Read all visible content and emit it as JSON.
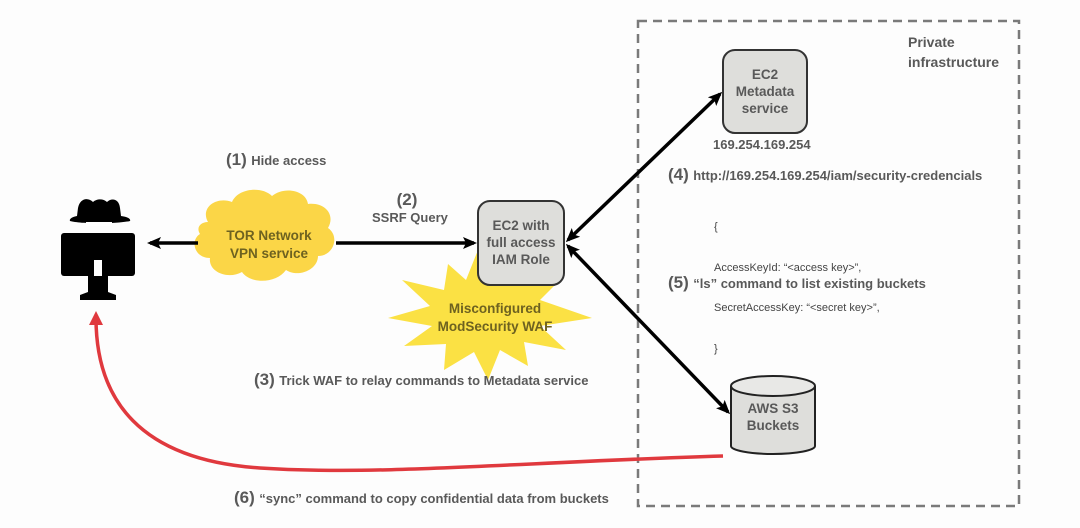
{
  "private_infrastructure": {
    "label_line1": "Private",
    "label_line2": "infrastructure"
  },
  "nodes": {
    "attacker": {
      "icon": "hacker-at-computer-icon"
    },
    "tor": {
      "line1": "TOR Network",
      "line2": "VPN service"
    },
    "ec2_iam": {
      "line1": "EC2 with",
      "line2": "full access",
      "line3": "IAM Role"
    },
    "waf": {
      "line1": "Misconfigured",
      "line2": "ModSecurity WAF"
    },
    "metadata": {
      "line1": "EC2",
      "line2": "Metadata",
      "line3": "service",
      "ip": "169.254.169.254"
    },
    "s3": {
      "line1": "AWS S3",
      "line2": "Buckets"
    }
  },
  "steps": {
    "s1": {
      "num": "(1)",
      "text": "Hide access"
    },
    "s2": {
      "num": "(2)",
      "text": "SSRF Query"
    },
    "s3": {
      "num": "(3)",
      "text": "Trick WAF to relay commands to Metadata service"
    },
    "s4": {
      "num": "(4)",
      "text": "http://169.254.169.254/iam/security-credencials",
      "code": [
        "{",
        "AccessKeyId: “<access key>”,",
        "SecretAccessKey: “<secret key>”,",
        "}"
      ]
    },
    "s5": {
      "num": "(5)",
      "text": "“ls” command to list existing buckets"
    },
    "s6": {
      "num": "(6)",
      "text": "“sync” command to copy confidential data from buckets"
    }
  },
  "colors": {
    "cloud": "#fbd647",
    "burst": "#fbe144",
    "box_fill": "#dededb",
    "exfil_arrow": "#e0393e",
    "dashed_border": "#7a7a7a"
  }
}
